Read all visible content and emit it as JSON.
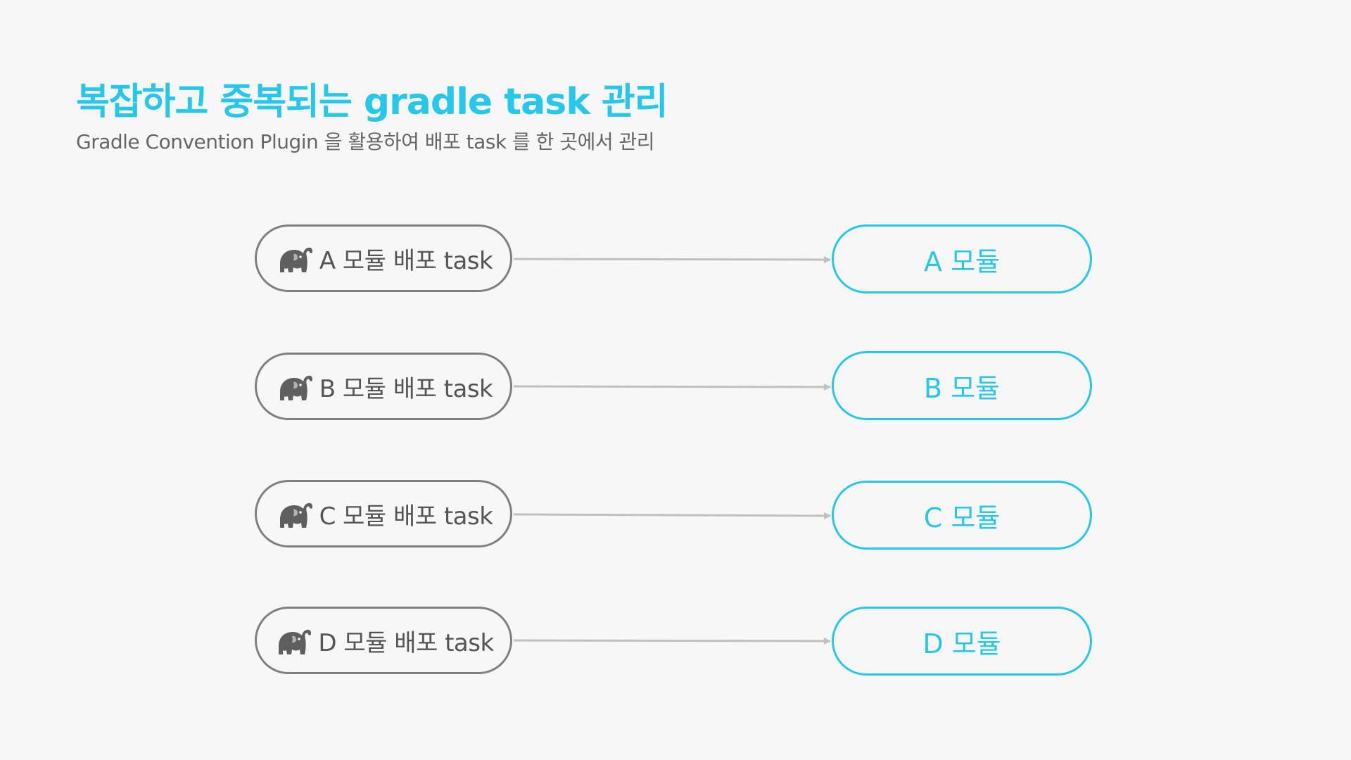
{
  "header": {
    "title": "복잡하고 중복되는 gradle task 관리",
    "subtitle": "Gradle Convention Plugin 을 활용하여 배포 task 를 한 곳에서 관리"
  },
  "rows": [
    {
      "task_label": "A 모듈 배포 task",
      "module_label": "A 모듈"
    },
    {
      "task_label": "B 모듈 배포 task",
      "module_label": "B 모듈"
    },
    {
      "task_label": "C 모듈 배포 task",
      "module_label": "C 모듈"
    },
    {
      "task_label": "D 모듈 배포 task",
      "module_label": "D 모듈"
    }
  ],
  "icons": {
    "task_icon": "gradle-elephant-icon",
    "connector": "arrow-right"
  },
  "colors": {
    "accent": "#27c7ec",
    "task_border": "#7f7f7f",
    "task_text": "#555555",
    "subtitle_text": "#666666",
    "arrow": "#c0c0c0",
    "background": "#f7f7f7"
  }
}
